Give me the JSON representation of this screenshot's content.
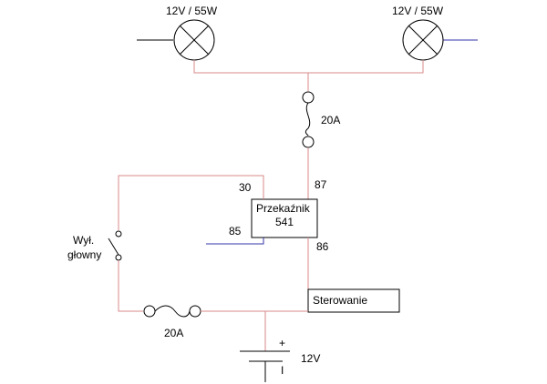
{
  "lamps": {
    "left_rating": "12V / 55W",
    "right_rating": "12V / 55W"
  },
  "fuses": {
    "top_rating": "20A",
    "bottom_rating": "20A"
  },
  "relay": {
    "name_line1": "Przekaźnik",
    "name_line2": "541",
    "pin_30": "30",
    "pin_85": "85",
    "pin_86": "86",
    "pin_87": "87"
  },
  "switch": {
    "label_line1": "Wył.",
    "label_line2": "głowny"
  },
  "control": {
    "label": "Sterowanie"
  },
  "battery": {
    "plus": "+",
    "minus": "I",
    "voltage": "12V"
  },
  "colors": {
    "power_wire": "#d98a8a",
    "signal_wire": "#3333aa",
    "ground_wire": "#000000"
  }
}
